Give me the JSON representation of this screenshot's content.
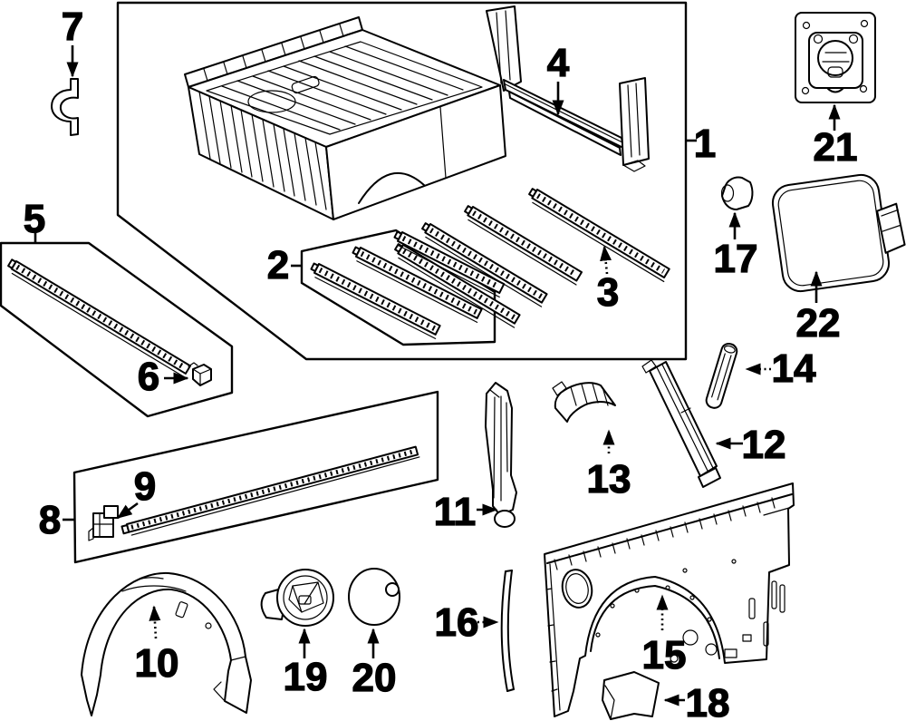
{
  "figure": {
    "type": "exploded-parts-diagram",
    "background_color": "#ffffff",
    "line_color": "#000000",
    "callout_count": 22
  },
  "callouts": {
    "c1": {
      "label": "1"
    },
    "c2": {
      "label": "2"
    },
    "c3": {
      "label": "3"
    },
    "c4": {
      "label": "4"
    },
    "c5": {
      "label": "5"
    },
    "c6": {
      "label": "6"
    },
    "c7": {
      "label": "7"
    },
    "c8": {
      "label": "8"
    },
    "c9": {
      "label": "9"
    },
    "c10": {
      "label": "10"
    },
    "c11": {
      "label": "11"
    },
    "c12": {
      "label": "12"
    },
    "c13": {
      "label": "13"
    },
    "c14": {
      "label": "14"
    },
    "c15": {
      "label": "15"
    },
    "c16": {
      "label": "16"
    },
    "c17": {
      "label": "17"
    },
    "c18": {
      "label": "18"
    },
    "c19": {
      "label": "19"
    },
    "c20": {
      "label": "20"
    },
    "c21": {
      "label": "21"
    },
    "c22": {
      "label": "22"
    }
  }
}
